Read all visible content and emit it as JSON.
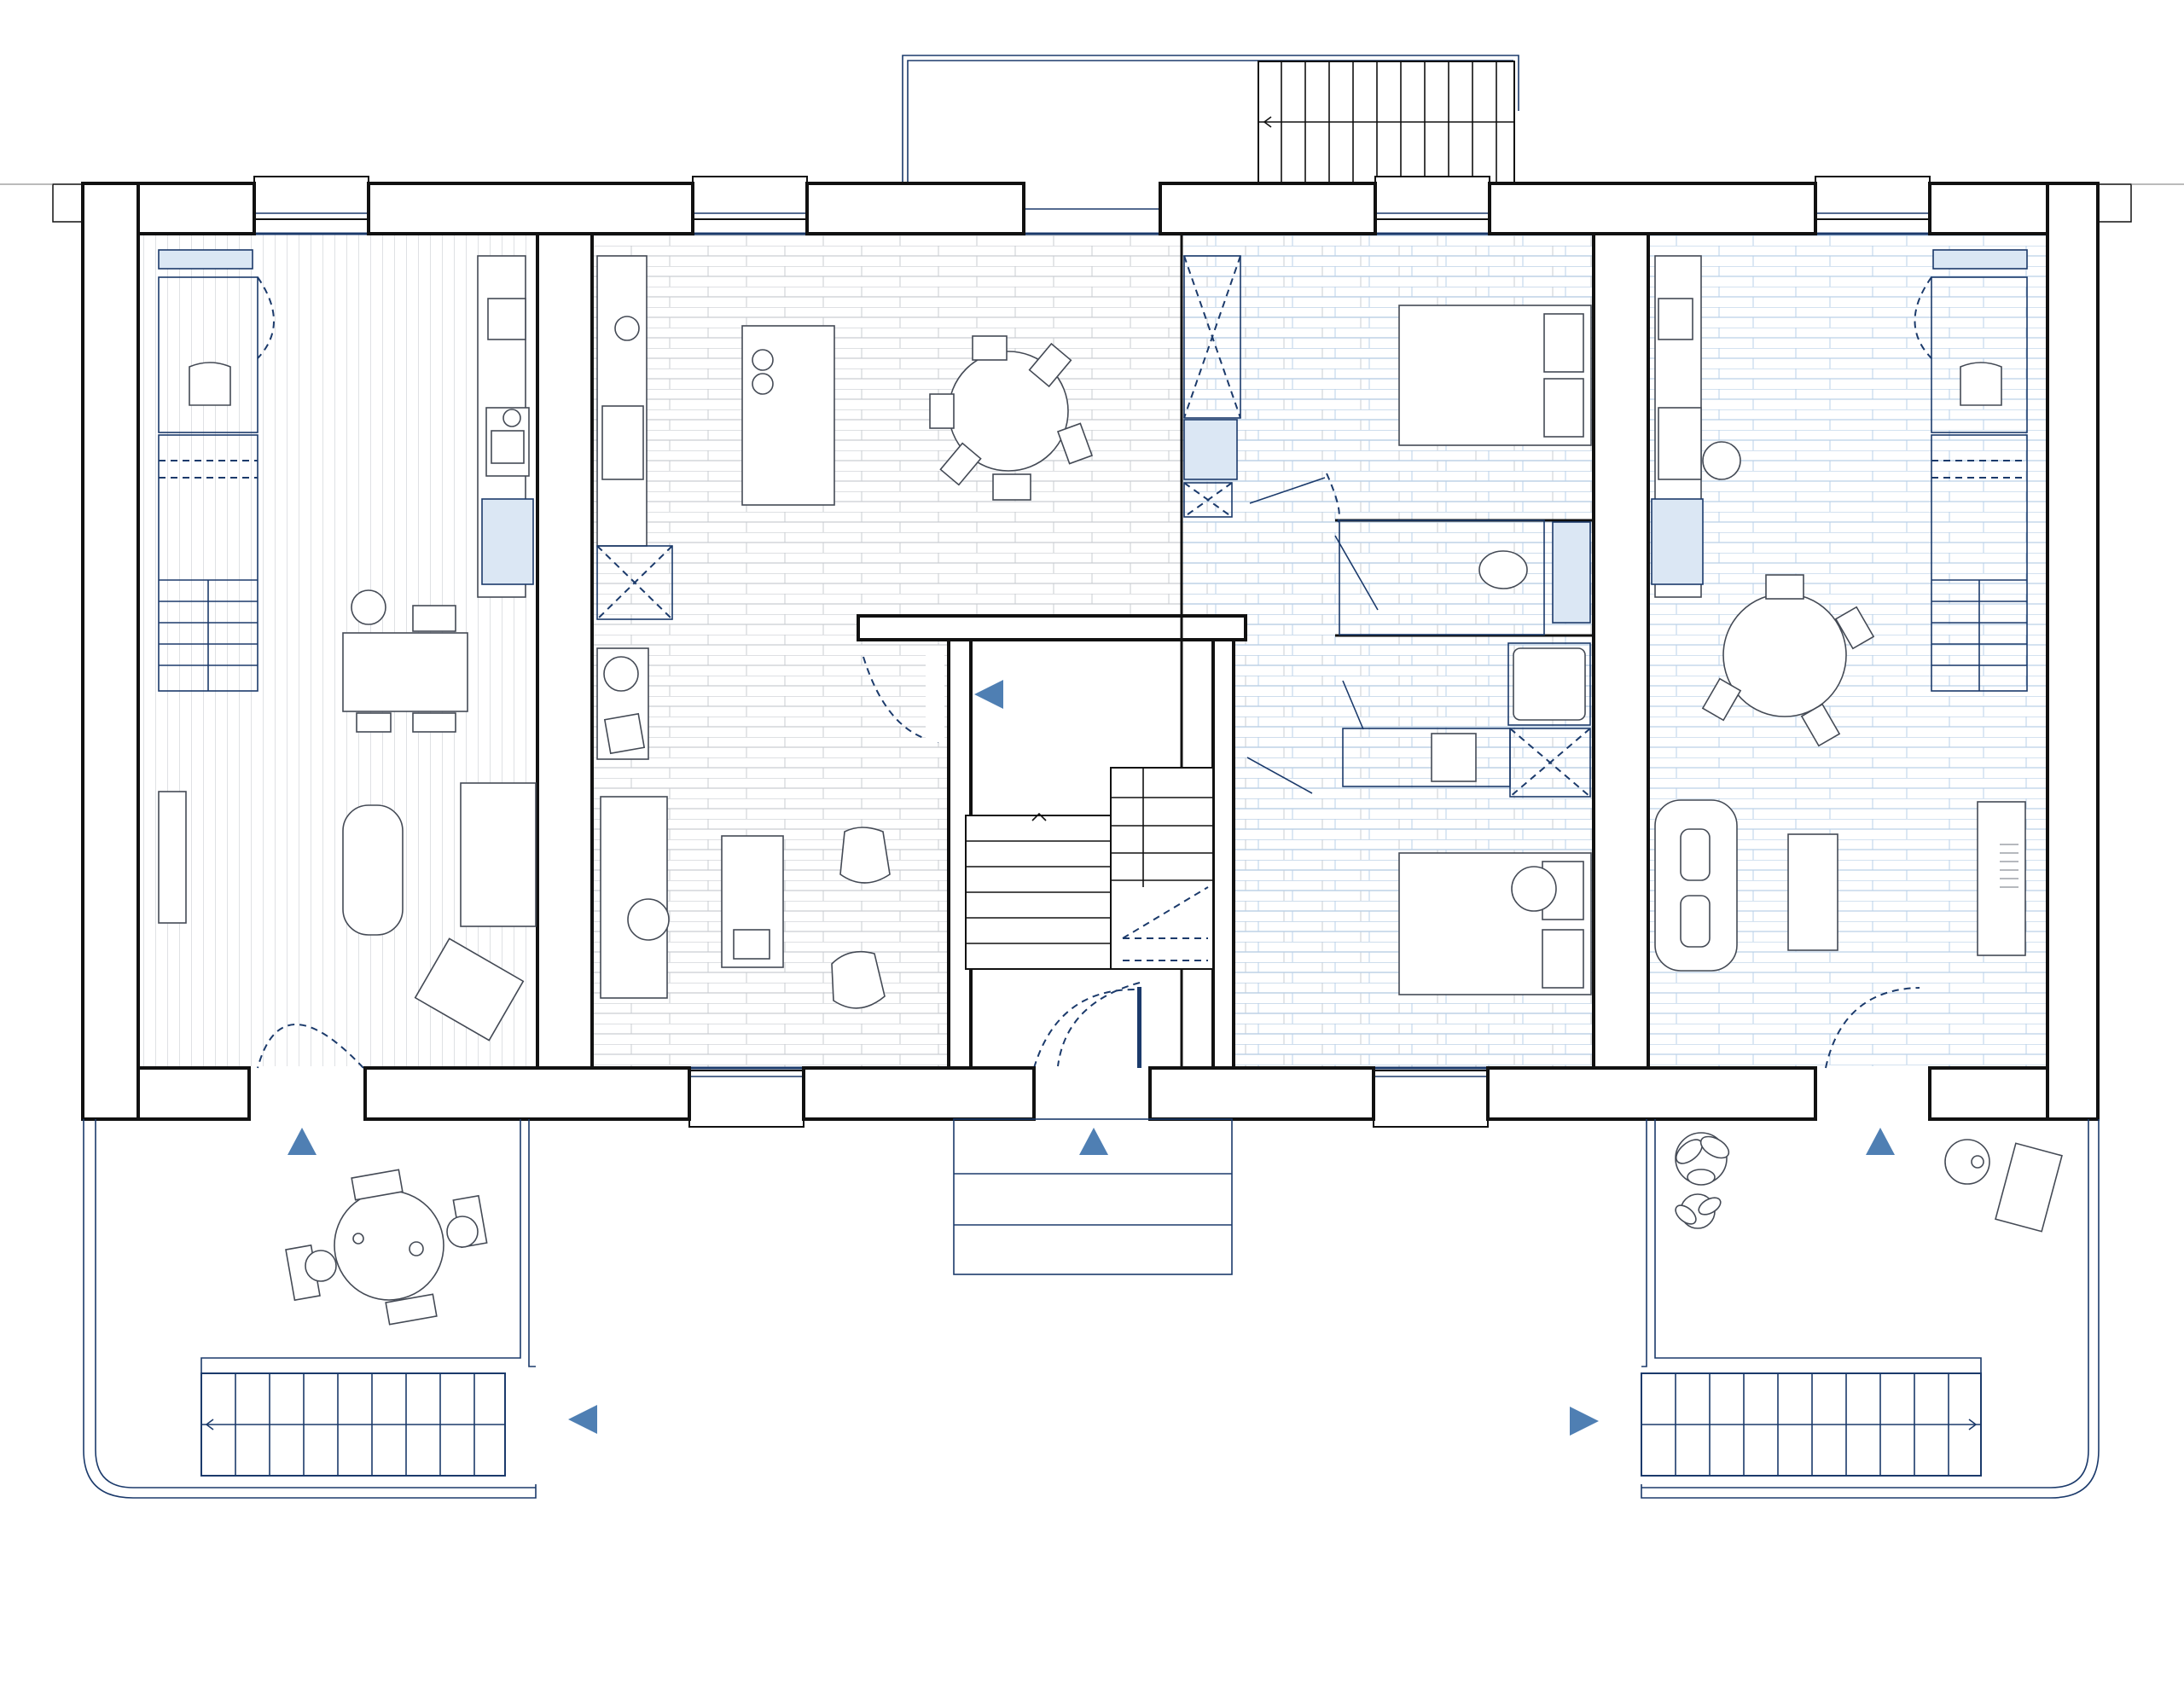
{
  "colors": {
    "wall": "#111111",
    "accent": "#1b3a6b",
    "floor_line_grey": "#c9cdd2",
    "floor_line_blue": "#b9d0e8",
    "arrow": "#4f7fb3",
    "background": "#ffffff"
  },
  "icons": [
    "entrance-arrow-icon",
    "stair-direction-arrow-icon",
    "toilet-icon",
    "sink-icon",
    "stove-icon",
    "person-icon",
    "plant-icon"
  ],
  "entrance_arrows": [
    {
      "id": "left-terrace-entrance",
      "direction": "up"
    },
    {
      "id": "main-entrance",
      "direction": "up"
    },
    {
      "id": "right-terrace-entrance",
      "direction": "up"
    },
    {
      "id": "hall-entrance",
      "direction": "left"
    },
    {
      "id": "left-stair-exit",
      "direction": "left"
    },
    {
      "id": "right-stair-exit",
      "direction": "right"
    }
  ]
}
